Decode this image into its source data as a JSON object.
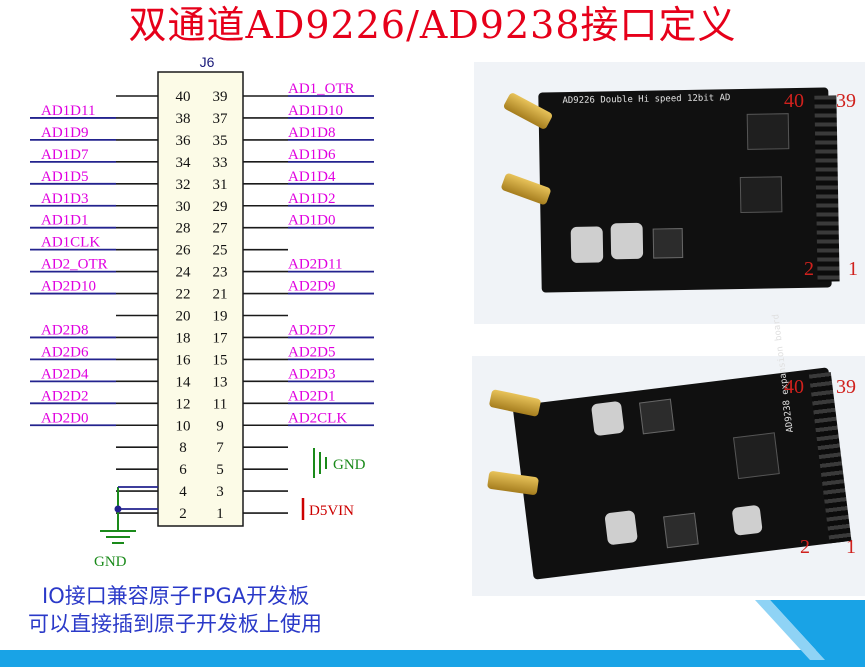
{
  "title": "双通道AD9226/AD9238接口定义",
  "connector": {
    "name": "J6",
    "rows": [
      {
        "left_pin": "40",
        "right_pin": "39",
        "left_label": "",
        "right_label": "AD1_OTR"
      },
      {
        "left_pin": "38",
        "right_pin": "37",
        "left_label": "AD1D11",
        "right_label": "AD1D10"
      },
      {
        "left_pin": "36",
        "right_pin": "35",
        "left_label": "AD1D9",
        "right_label": "AD1D8"
      },
      {
        "left_pin": "34",
        "right_pin": "33",
        "left_label": "AD1D7",
        "right_label": "AD1D6"
      },
      {
        "left_pin": "32",
        "right_pin": "31",
        "left_label": "AD1D5",
        "right_label": "AD1D4"
      },
      {
        "left_pin": "30",
        "right_pin": "29",
        "left_label": "AD1D3",
        "right_label": "AD1D2"
      },
      {
        "left_pin": "28",
        "right_pin": "27",
        "left_label": "AD1D1",
        "right_label": "AD1D0"
      },
      {
        "left_pin": "26",
        "right_pin": "25",
        "left_label": "AD1CLK",
        "right_label": ""
      },
      {
        "left_pin": "24",
        "right_pin": "23",
        "left_label": "AD2_OTR",
        "right_label": "AD2D11"
      },
      {
        "left_pin": "22",
        "right_pin": "21",
        "left_label": "AD2D10",
        "right_label": "AD2D9"
      },
      {
        "left_pin": "20",
        "right_pin": "19",
        "left_label": "",
        "right_label": ""
      },
      {
        "left_pin": "18",
        "right_pin": "17",
        "left_label": "AD2D8",
        "right_label": "AD2D7"
      },
      {
        "left_pin": "16",
        "right_pin": "15",
        "left_label": "AD2D6",
        "right_label": "AD2D5"
      },
      {
        "left_pin": "14",
        "right_pin": "13",
        "left_label": "AD2D4",
        "right_label": "AD2D3"
      },
      {
        "left_pin": "12",
        "right_pin": "11",
        "left_label": "AD2D2",
        "right_label": "AD2D1"
      },
      {
        "left_pin": "10",
        "right_pin": "9",
        "left_label": "AD2D0",
        "right_label": "AD2CLK"
      },
      {
        "left_pin": "8",
        "right_pin": "7",
        "left_label": "",
        "right_label": ""
      },
      {
        "left_pin": "6",
        "right_pin": "5",
        "left_label": "",
        "right_label": ""
      },
      {
        "left_pin": "4",
        "right_pin": "3",
        "left_label": "",
        "right_label": ""
      },
      {
        "left_pin": "2",
        "right_pin": "1",
        "left_label": "",
        "right_label": ""
      }
    ],
    "gnd_right": "GND",
    "power_right": "D5VIN",
    "gnd_left": "GND"
  },
  "notes": {
    "line1": "IO接口兼容原子FPGA开发板",
    "line2": "可以直接插到原子开发板上使用"
  },
  "photo_top": {
    "pin_top_left": "40",
    "pin_top_right": "39",
    "pin_bottom_left": "2",
    "pin_bottom_right": "1",
    "silk_text": "AD9226 Double Hi speed 12bit AD"
  },
  "photo_bottom": {
    "pin_top_left": "40",
    "pin_top_right": "39",
    "pin_bottom_left": "2",
    "pin_bottom_right": "1",
    "silk_text": "AD9238 expansion board"
  },
  "colors": {
    "title": "#e6001a",
    "signal_label": "#e000e0",
    "wire": "#23238e",
    "ground": "#1a8a1a",
    "power": "#cc0000",
    "note": "#2a39c8",
    "band": "#19a3e6"
  }
}
